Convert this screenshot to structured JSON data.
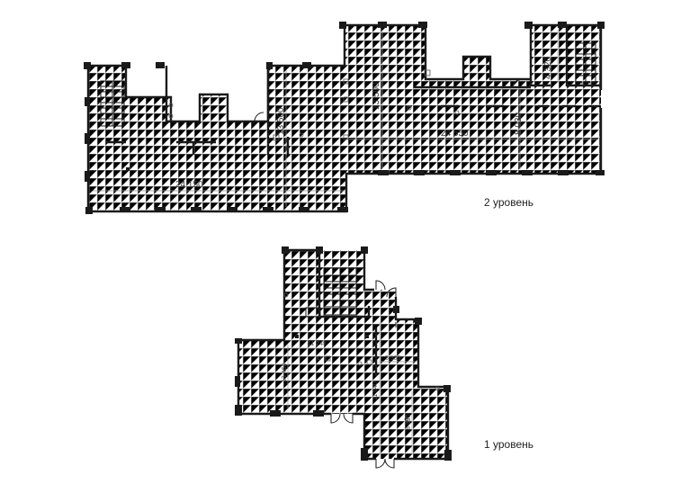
{
  "level2": {
    "label": "2 уровень",
    "dims": [
      "24 150",
      "13 500",
      "13 500",
      "24 550",
      "8 030",
      "4 320"
    ]
  },
  "level1": {
    "label": "1 уровень",
    "dims": [
      "11 245",
      "13 460",
      "11 640",
      "3 535",
      "8 850"
    ]
  }
}
